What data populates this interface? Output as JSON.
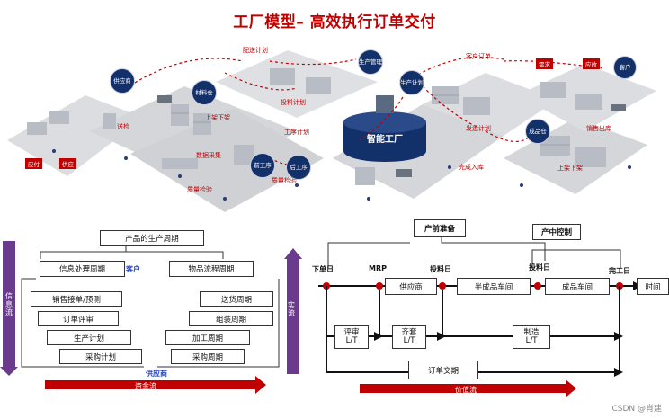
{
  "title": "工厂模型– 高效执行订单交付",
  "factory": {
    "flow_labels": {
      "delivery_plan": "配送计划",
      "customer_order": "客户订单",
      "purchase_plan": "投料计划",
      "process_plan": "工序计划",
      "shipping_plan": "发运计划",
      "send_inspect": "送检",
      "shelve_left": "上架下架",
      "shelve_right": "上架下架",
      "data_collect": "数据采集",
      "quality_check": "质量检验",
      "quality_check2": "质量检验",
      "finish_in": "完成入库",
      "sales_out": "销售出库"
    },
    "nodes": {
      "supplier": "供应商",
      "material_wh": "材料仓",
      "prod_mgmt": "生产管理",
      "prod_plan": "生产计划",
      "customer": "客户",
      "finished_wh": "成品仓",
      "proc1": "前工序",
      "proc2": "后工序"
    },
    "center": "智能工厂",
    "red_tags": [
      "应付",
      "供应",
      "需求",
      "应收"
    ]
  },
  "left_panel": {
    "vertical_label": "信息流",
    "top_box": "产品的生产周期",
    "left_group_box": "信息处理周期",
    "customer_label": "客户",
    "right_group_box": "物品流程周期",
    "left_items": [
      "销售接单/预测",
      "订单评审",
      "生产计划",
      "采购计划"
    ],
    "right_items": [
      "送货周期",
      "组装周期",
      "加工周期",
      "采购周期"
    ],
    "supplier_label": "供应商",
    "bottom_arrow": "资金流"
  },
  "right_panel": {
    "vertical_label": "实流",
    "prep_box": "产前准备",
    "control_box": "产中控制",
    "milestones": [
      "下单日",
      "MRP",
      "投料日",
      "投料日",
      "完工日"
    ],
    "stages": [
      "供应商",
      "半成品车间",
      "成品车间",
      "时间"
    ],
    "lt_boxes": [
      "评审\nL/T",
      "齐套\nL/T",
      "制造\nL/T"
    ],
    "order_cycle": "订单交期",
    "bottom_arrow": "价值流"
  },
  "credit": "CSDN @肖建",
  "colors": {
    "title_red": "#c00000",
    "node_navy": "#12306a",
    "arrow_red": "#c00000",
    "arrow_purple": "#6a3a8c"
  }
}
